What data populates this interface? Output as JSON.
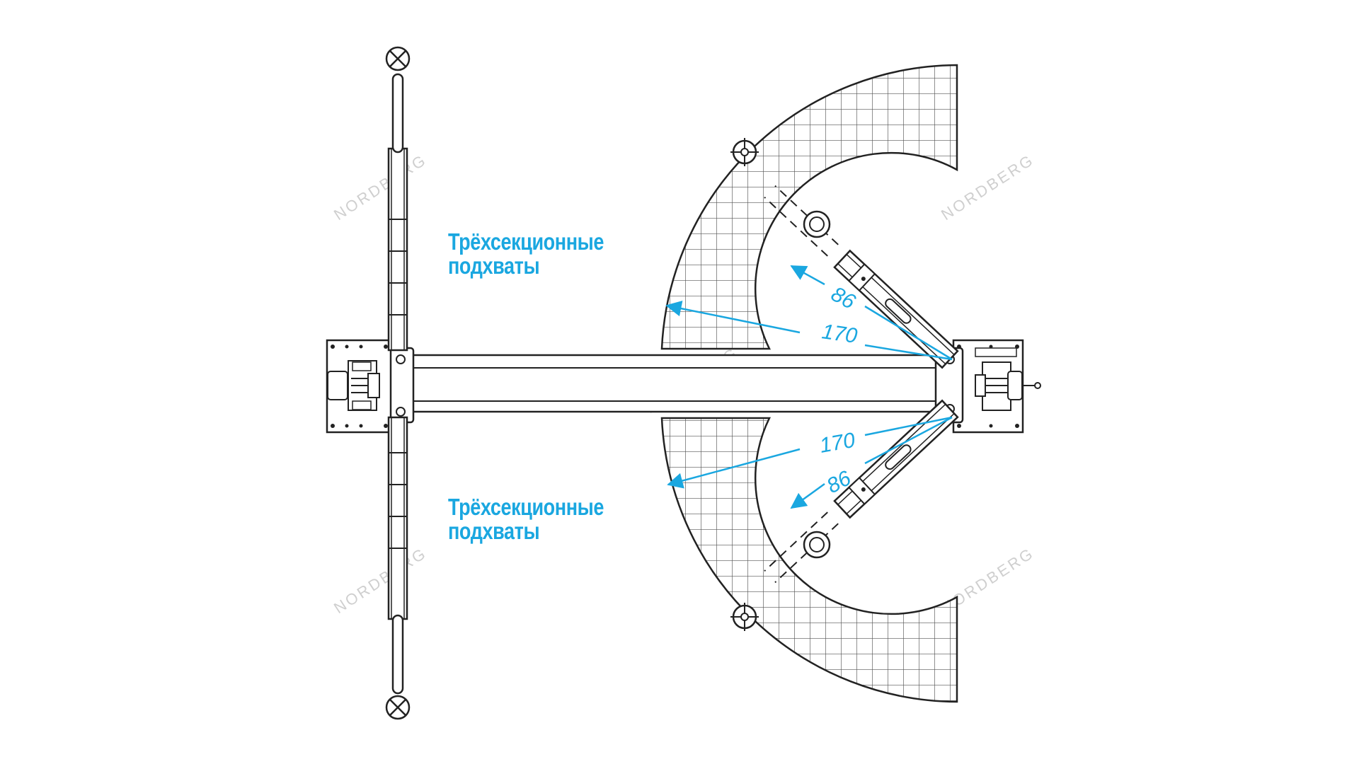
{
  "labels": {
    "top_line1": "Трёхсекционные",
    "top_line2": "подхваты",
    "bottom_line1": "Трёхсекционные",
    "bottom_line2": "подхваты"
  },
  "dimensions": {
    "upper_short": "86",
    "upper_long": "170",
    "lower_long": "170",
    "lower_short": "86"
  },
  "watermark": "NORDBERG",
  "colors": {
    "line": "#222222",
    "accent": "#1aa7e0",
    "watermark": "#cfcfcf"
  }
}
